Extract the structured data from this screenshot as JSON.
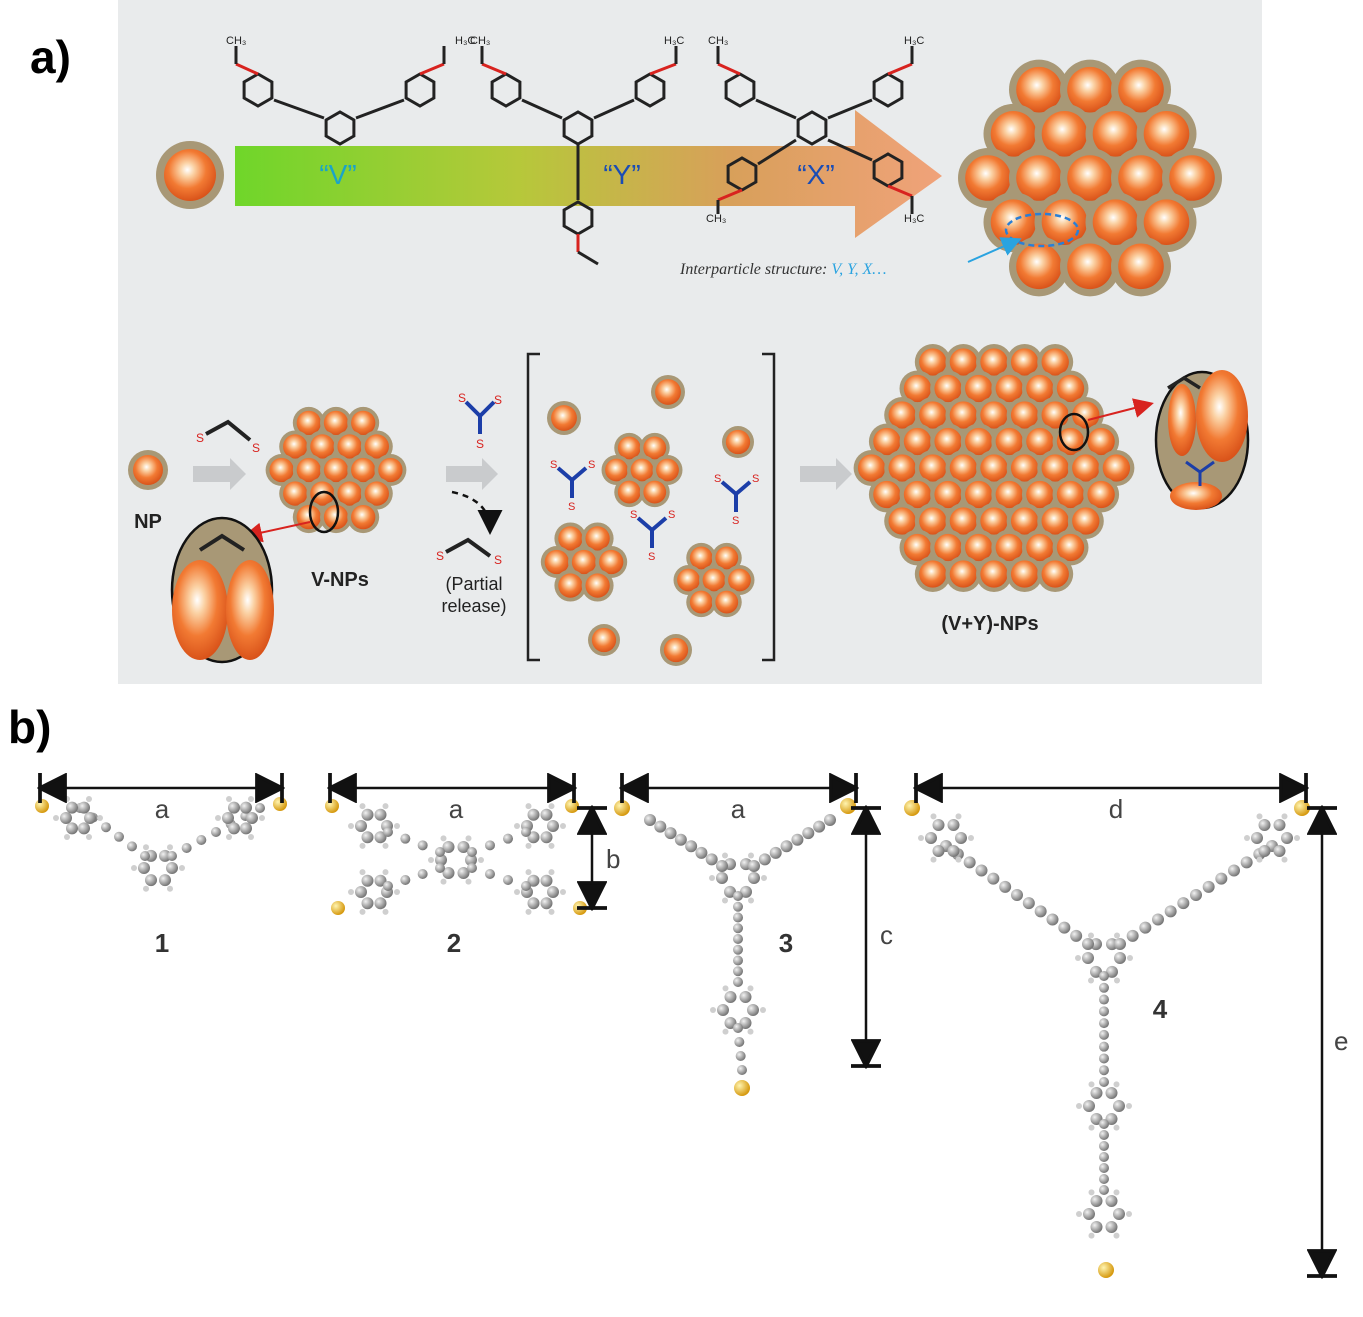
{
  "panel_a": {
    "label": "a)",
    "shape_labels": {
      "v": "“V”",
      "y": "“Y”",
      "x": "“X”"
    },
    "interparticle": {
      "prefix": "Interparticle structure: ",
      "suffix": "V, Y, X…"
    },
    "lower": {
      "np": "NP",
      "v_nps": "V-NPs",
      "partial_1": "(Partial",
      "partial_2": "release)",
      "vy_nps": "(V+Y)-NPs",
      "sulfur": "S"
    },
    "methyl": {
      "ch3": "CH₃",
      "h3c": "H₃C"
    }
  },
  "panel_b": {
    "label": "b)",
    "dims": {
      "a": "a",
      "b": "b",
      "c": "c",
      "d": "d",
      "e": "e"
    },
    "molecules": [
      "1",
      "2",
      "3",
      "4"
    ]
  },
  "colors": {
    "np_core": "#f06a28",
    "np_shell": "#9a8c6c",
    "sulfur_red": "#d8231f",
    "linker_blue": "#1c3ea8",
    "atom_sulfur": "#e6b422",
    "atom_carbon": "#8f8f8f",
    "panel_bg": "#e9ebec"
  }
}
